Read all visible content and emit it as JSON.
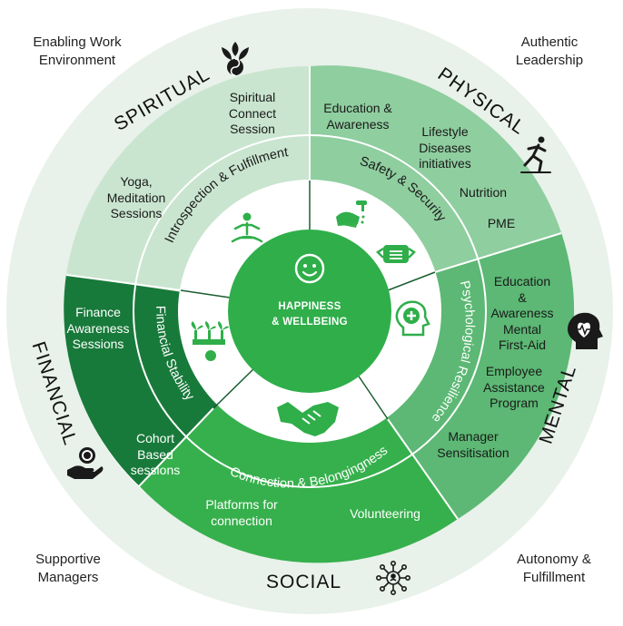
{
  "corners": {
    "top_left": [
      "Enabling Work",
      "Environment"
    ],
    "top_right": [
      "Authentic",
      "Leadership"
    ],
    "bottom_left": [
      "Supportive",
      "Managers"
    ],
    "bottom_right": [
      "Autonomy &",
      "Fulfillment"
    ]
  },
  "dimensions": {
    "spiritual": "SPIRITUAL",
    "physical": "PHYSICAL",
    "mental": "MENTAL",
    "social": "SOCIAL",
    "financial": "FINANCIAL"
  },
  "pillars": {
    "spiritual": "Introspection & Fulfillment",
    "physical": "Safety & Security",
    "mental": "Psychological Resilience",
    "social": "Connection & Belongingness",
    "financial": "Financial Stability"
  },
  "center": {
    "line1": "HAPPINESS",
    "line2": "& WELLBEING"
  },
  "initiatives": {
    "spiritual": [
      [
        "Spiritual",
        "Connect",
        "Session"
      ],
      [
        "Yoga,",
        "Meditation",
        "Sessions"
      ]
    ],
    "physical": [
      [
        "Education &",
        "Awareness"
      ],
      [
        "Lifestyle",
        "Diseases",
        "initiatives"
      ],
      [
        "Nutrition"
      ],
      [
        "PME"
      ]
    ],
    "mental": [
      [
        "Education",
        "&",
        "Awareness",
        "Mental",
        "First-Aid"
      ],
      [
        "Employee",
        "Assistance",
        "Program"
      ],
      [
        "Manager",
        "Sensitisation"
      ]
    ],
    "social": [
      [
        "Platforms for",
        "connection"
      ],
      [
        "Volunteering"
      ]
    ],
    "financial": [
      [
        "Finance",
        "Awareness",
        "Sessions"
      ],
      [
        "Cohort",
        "Based",
        "sessions"
      ]
    ]
  },
  "colors": {
    "outer_ring": "#e8f1ea",
    "spiritual_band": "#c9e5cf",
    "physical_band": "#8fce9f",
    "mental_band": "#5cb874",
    "social_band": "#36b04c",
    "financial_band": "#187a3a",
    "center": "#2fae4a"
  },
  "icons": [
    "lotus-icon",
    "runner-icon",
    "head-heart-icon",
    "network-icon",
    "money-hand-icon",
    "meditation-icon",
    "handwash-icon",
    "mask-icon",
    "mind-icon",
    "handshake-icon",
    "plants-icon",
    "smile-icon"
  ]
}
